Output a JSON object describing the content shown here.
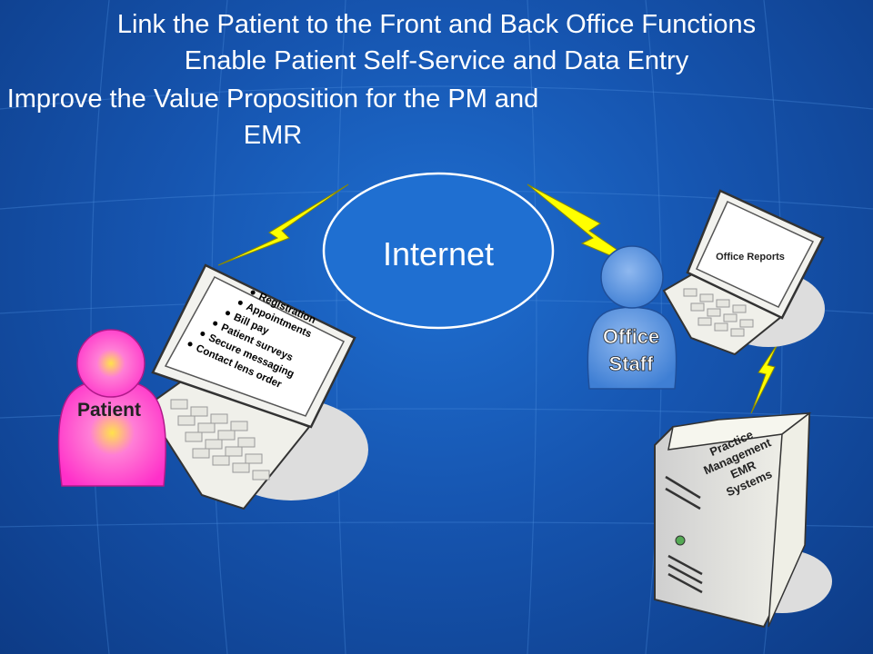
{
  "slide": {
    "title_lines": [
      "Link the Patient to the Front and Back Office Functions",
      "Enable Patient Self-Service and Data Entry",
      "Improve the Value Proposition for the PM and",
      "EMR"
    ]
  },
  "diagram": {
    "internet_label": "Internet",
    "patient_label": "Patient",
    "patient_laptop_features": [
      "Registration",
      "Appointments",
      "Bill pay",
      "Patient surveys",
      "Secure messaging",
      "Contact lens order"
    ],
    "office_staff_label_line1": "Office",
    "office_staff_label_line2": "Staff",
    "office_screen_label": "Office  Reports",
    "server_label_lines": [
      "Practice",
      "Management",
      "EMR",
      "Systems"
    ]
  },
  "colors": {
    "background": "#1655b0",
    "lightning": "#ffff00",
    "patient_figure": "#ff33cc",
    "office_staff_figure": "#4a86d8",
    "internet_cloud": "#1f6fd1"
  }
}
